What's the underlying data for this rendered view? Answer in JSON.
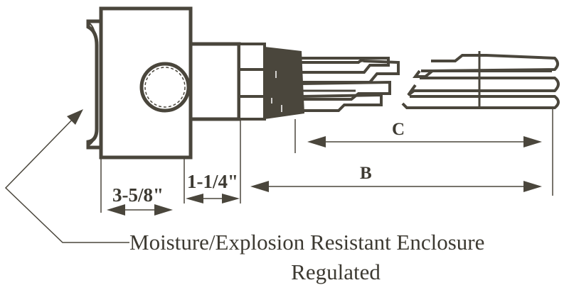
{
  "diagram": {
    "title": "Screw plug immersion heater with moisture/explosion resistant enclosure",
    "colors": {
      "ink": "#4a463c",
      "text": "#3d3a32",
      "background": "#ffffff"
    },
    "components": [
      {
        "id": "enclosure",
        "label": "Terminal enclosure (side view)"
      },
      {
        "id": "conduit-opening",
        "label": "Conduit opening"
      },
      {
        "id": "screw-plug",
        "label": "Hex screw plug with threads"
      },
      {
        "id": "heating-elements",
        "label": "Hairpin heating elements (broken view)"
      },
      {
        "id": "thermostat-well",
        "label": "Thermostat bulb well"
      }
    ],
    "dimensions": {
      "enclosure_depth": "3-5/8\"",
      "plug_length": "1-1/4\"",
      "cold_to_tip": "C",
      "immersion_length": "B"
    },
    "caption": {
      "line1": "Moisture/Explosion Resistant Enclosure",
      "line2": "Regulated"
    }
  }
}
